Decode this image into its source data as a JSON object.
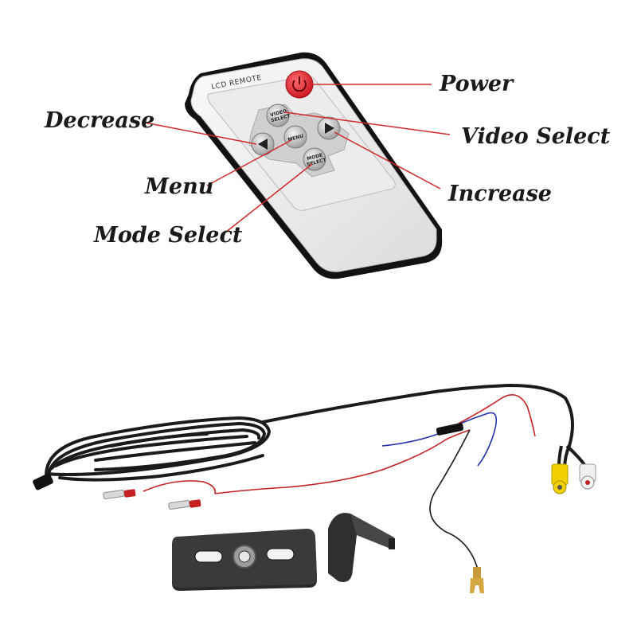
{
  "remote": {
    "brand_label": "LCD REMOTE",
    "buttons": {
      "up_label_1": "VIDEO",
      "up_label_2": "SELECT",
      "center_label": "MENU",
      "down_label_1": "MODE",
      "down_label_2": "SELECT"
    }
  },
  "callouts": {
    "power": "Power",
    "decrease": "Decrease",
    "video_select": "Video Select",
    "menu": "Menu",
    "increase": "Increase",
    "mode_select": "Mode Select"
  },
  "colors": {
    "pointer_line": "#d22a2a",
    "power_button": "#e8303a",
    "cable": "#1b1b1b",
    "red_wire": "#c62020",
    "blue_wire": "#2233aa",
    "rca_yellow": "#f2d000",
    "rca_white": "#f0f0f0"
  }
}
